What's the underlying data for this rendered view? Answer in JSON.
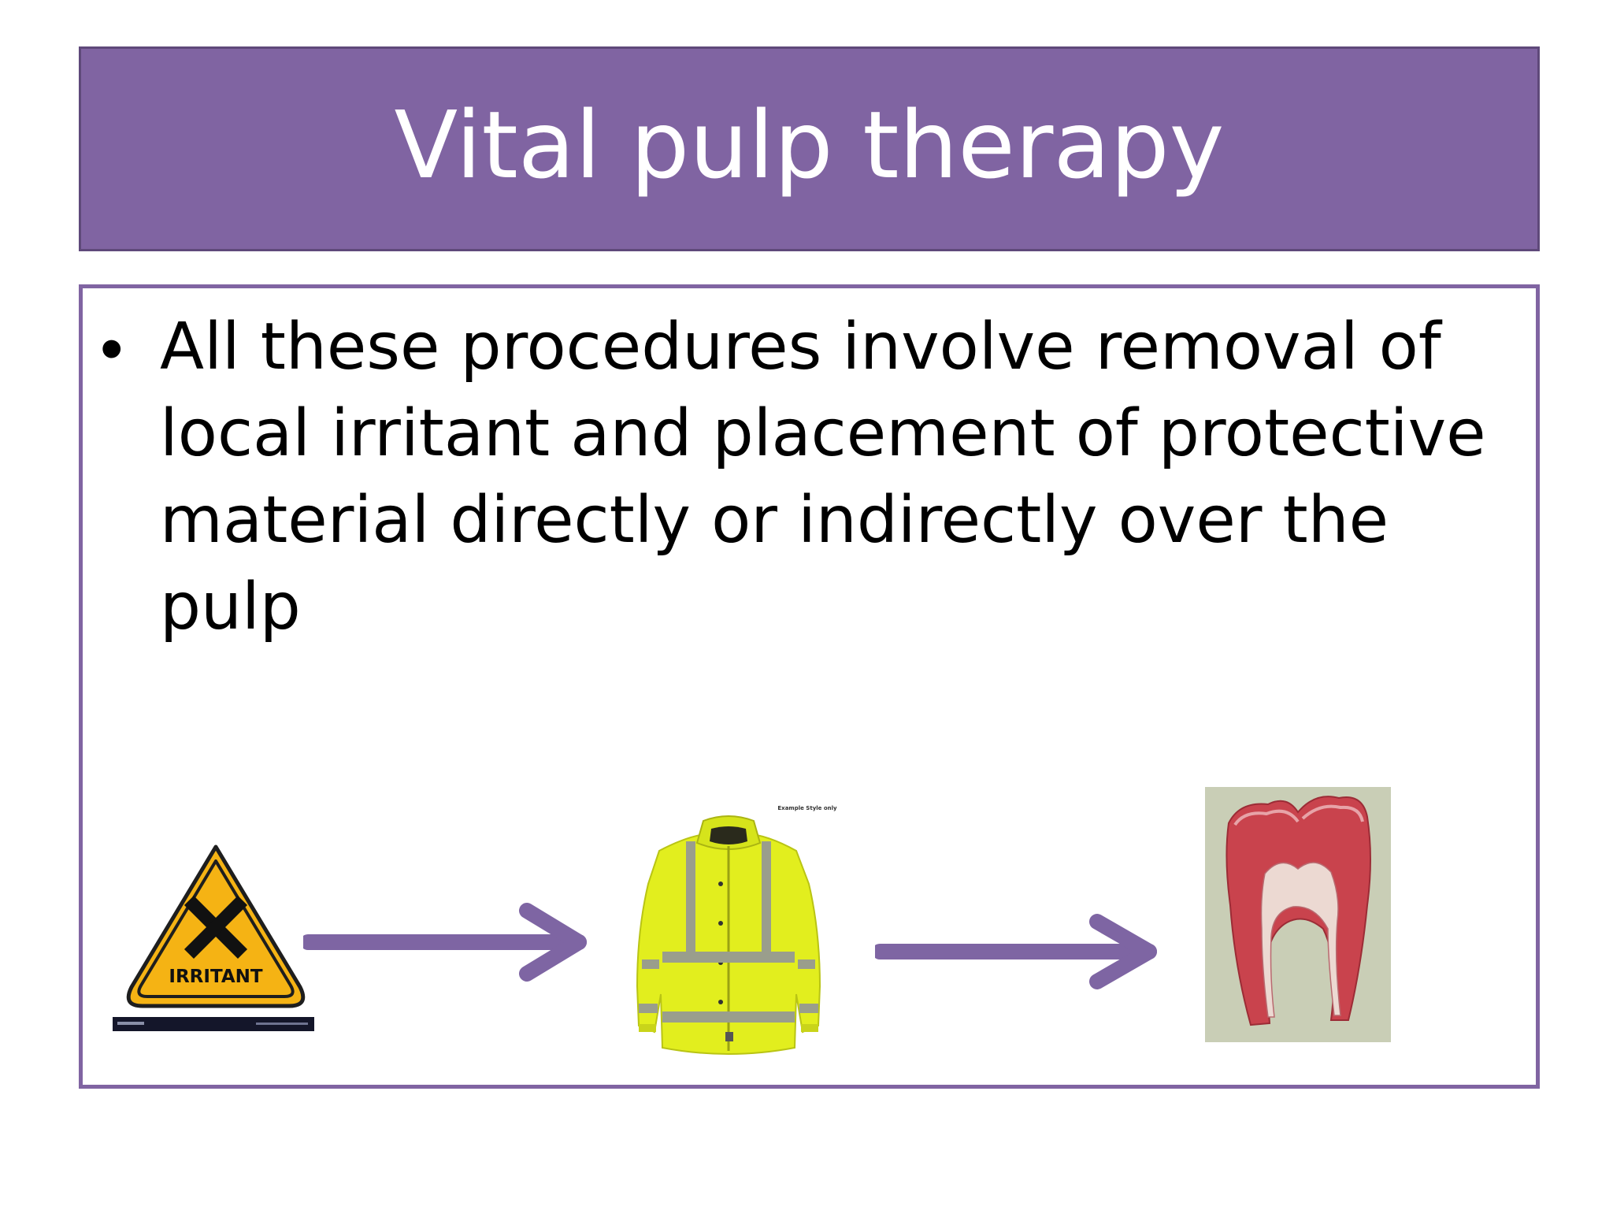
{
  "slide": {
    "title": "Vital pulp therapy",
    "bullets": [
      "All these procedures involve removal of local irritant and placement of protective material directly or indirectly over the pulp"
    ]
  },
  "illustrations": {
    "irritant_sign": {
      "label": "IRRITANT",
      "icon": "irritant-warning-sign"
    },
    "jacket": {
      "icon": "hi-vis-jacket",
      "caption": "Example Style only"
    },
    "tooth": {
      "icon": "tooth-cross-section"
    }
  },
  "colors": {
    "accent_purple": "#8064a2",
    "arrow_purple": "#7e65a3",
    "sign_yellow": "#f5b314",
    "jacket_yellow": "#e2ee1e",
    "pulp_red": "#c9434d"
  }
}
